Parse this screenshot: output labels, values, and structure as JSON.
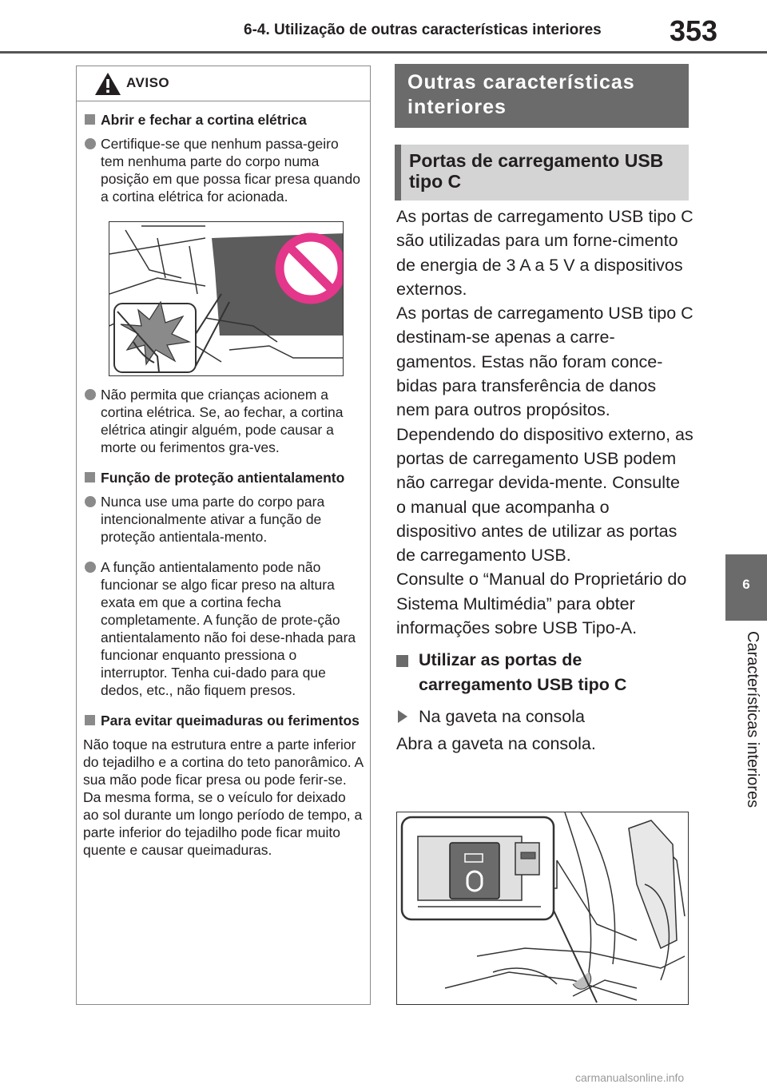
{
  "header": {
    "title": "6-4. Utilização de outras características interiores",
    "page_number": "353"
  },
  "side_tab": {
    "chapter": "6",
    "label": "Características interiores"
  },
  "warning": {
    "title": "AVISO",
    "sec1_heading": "Abrir e fechar a cortina elétrica",
    "sec1_item1": "Certifique-se que nenhum passa-geiro tem nenhuma parte do corpo numa posição em que possa ficar presa quando a cortina elétrica for acionada.",
    "sec1_item2": "Não permita que crianças acionem a cortina elétrica. Se, ao fechar, a cortina elétrica atingir alguém, pode causar a morte ou ferimentos gra-ves.",
    "sec2_heading": "Função de proteção antientalamento",
    "sec2_item1": "Nunca use uma parte do corpo para intencionalmente ativar a função de proteção antientala-mento.",
    "sec2_item2": "A função antientalamento pode não funcionar se algo ficar preso na altura exata em que a cortina fecha completamente. A função de prote-ção antientalamento não foi dese-nhada para funcionar enquanto pressiona o interruptor. Tenha cui-dado para que dedos, etc., não fiquem presos.",
    "sec3_heading": "Para evitar queimaduras ou ferimentos",
    "sec3_para": "Não toque na estrutura entre a parte inferior do tejadilho e a cortina do teto panorâmico. A sua mão pode ficar presa ou pode ferir-se. Da mesma forma, se o veículo for deixado ao sol durante um longo período de tempo, a parte inferior do tejadilho pode ficar muito quente e causar queimaduras."
  },
  "right": {
    "section_title": "Outras características interiores",
    "subsection_title": "Portas de carregamento USB tipo C",
    "para1": "As portas de carregamento USB tipo C são utilizadas para um forne-cimento de energia de 3 A a 5 V a dispositivos externos.",
    "para2": "As portas de carregamento USB tipo C destinam-se apenas a carre-gamentos. Estas não foram conce-bidas para transferência de danos nem para outros propósitos.",
    "para3": "Dependendo do dispositivo externo, as portas de carregamento USB podem não carregar devida-mente. Consulte o manual que acompanha o dispositivo antes de utilizar as portas de carregamento USB.",
    "para4": "Consulte o “Manual do Proprietário do Sistema Multimédia” para obter informações sobre USB Tipo-A.",
    "heading": "Utilizar as portas de carregamento USB tipo C",
    "location": "Na gaveta na consola",
    "instruction": "Abra a gaveta na consola."
  },
  "icons": {
    "warning": "warning-triangle-icon",
    "prohibited": "prohibited-sign-icon",
    "usb_c": "usb-c-port-icon"
  },
  "colors": {
    "section_bar": "#6b6b6b",
    "subsection_bar": "#d4d4d4",
    "prohibited_sign": "#e4368a"
  },
  "watermark": "carmanualsonline.info"
}
